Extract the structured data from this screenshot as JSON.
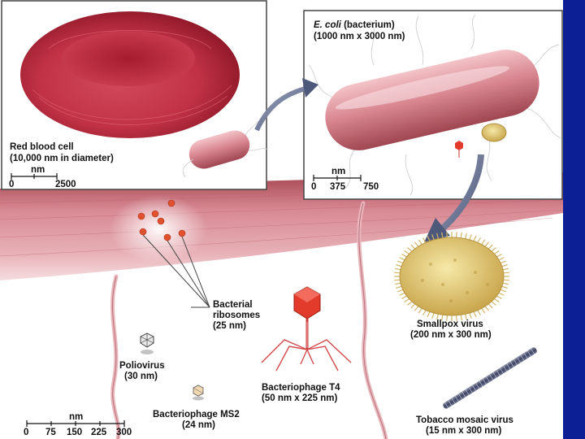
{
  "frame": {
    "accent_color": "#0c1f94"
  },
  "rbc_panel": {
    "title": "Red blood cell",
    "size": "(10,000 nm in diameter)",
    "scale_unit": "nm",
    "scale_ticks": [
      "0",
      "2500"
    ]
  },
  "ecoli_panel": {
    "title": "E. coli",
    "title_suffix": " (bacterium)",
    "size": "(1000 nm x 3000 nm)",
    "scale_unit": "nm",
    "scale_ticks": [
      "0",
      "375",
      "750"
    ]
  },
  "labels": {
    "ribosomes": [
      "Bacterial",
      "ribosomes",
      "(25 nm)"
    ],
    "smallpox": [
      "Smallpox virus",
      "(200 nm x 300 nm)"
    ],
    "poliovirus": [
      "Poliovirus",
      "(30 nm)"
    ],
    "t4": [
      "Bacteriophage T4",
      "(50 nm x 225 nm)"
    ],
    "ms2": [
      "Bacteriophage MS2",
      "(24 nm)"
    ],
    "tmv": [
      "Tobacco mosaic virus",
      "(15 nm x 300 nm)"
    ]
  },
  "bottom_scale": {
    "unit": "nm",
    "ticks": [
      "0",
      "75",
      "150",
      "225",
      "300"
    ]
  }
}
